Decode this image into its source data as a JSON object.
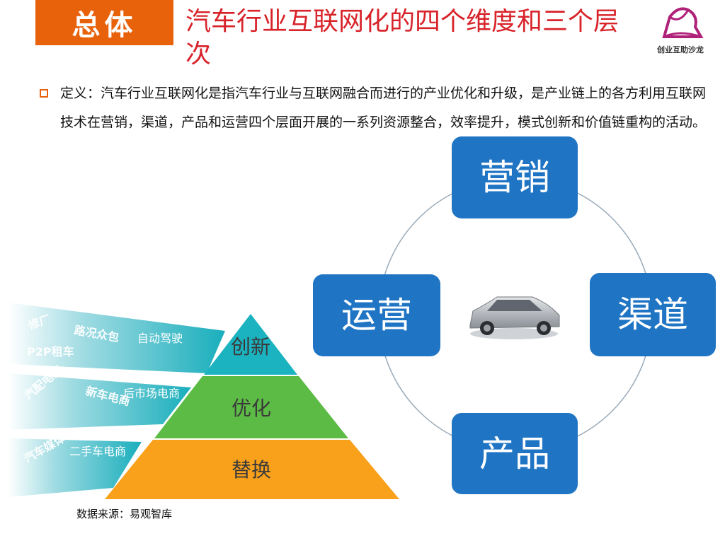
{
  "header": {
    "badge": "总体",
    "title": "汽车行业互联网化的四个维度和三个层次"
  },
  "logo": {
    "text": "创业互助沙龙"
  },
  "definition": "定义：汽车行业互联网化是指汽车行业与互联网融合而进行的产业优化和升级，是产业链上的各方利用互联网技术在营销，渠道，产品和运营四个层面开展的一系列资源整合，效率提升，模式创新和价值链重构的活动。",
  "pyramid": {
    "levels": [
      {
        "label": "创新",
        "color": "#1bb3c0",
        "examples": [
          "修厂",
          "路况众包",
          "自动驾驶",
          "P2P租车"
        ]
      },
      {
        "label": "优化",
        "color": "#5cbb45",
        "examples": [
          "汽配电商",
          "新车电商",
          "后市场电商"
        ]
      },
      {
        "label": "替换",
        "color": "#f9a11b",
        "examples": [
          "汽车媒体",
          "二手车电商"
        ]
      }
    ]
  },
  "cycle": {
    "top": "营销",
    "right": "渠道",
    "bottom": "产品",
    "left": "运营",
    "color": "#1f74c4"
  },
  "source": "数据来源：易观智库"
}
